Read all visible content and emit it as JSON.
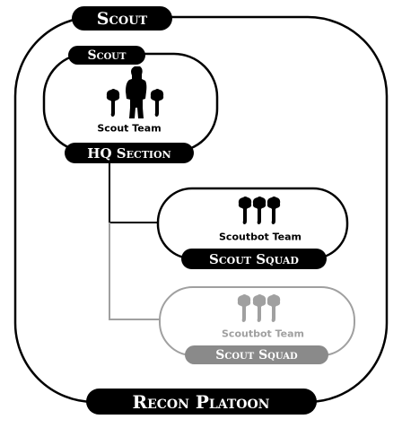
{
  "platoon": {
    "top_label": "Scout",
    "bottom_label": "Recon Platoon"
  },
  "hq_section": {
    "top_label": "Scout",
    "team_label": "Scout Team",
    "bottom_label": "HQ Section"
  },
  "squad_1": {
    "team_label": "Scoutbot Team",
    "bottom_label": "Scout Squad"
  },
  "squad_2": {
    "team_label": "Scoutbot Team",
    "bottom_label": "Scout Squad"
  },
  "colors": {
    "active": "#000000",
    "inactive": "#a0a0a0",
    "inactive_fill": "#8a8a8a",
    "background": "#ffffff"
  },
  "icons": {
    "hq_unit": [
      "scoutbot-icon",
      "scout-soldier-icon",
      "scoutbot-icon"
    ],
    "squad_1_unit": [
      "scoutbot-icon",
      "scoutbot-icon",
      "scoutbot-icon"
    ],
    "squad_2_unit": [
      "scoutbot-icon",
      "scoutbot-icon",
      "scoutbot-icon"
    ]
  }
}
